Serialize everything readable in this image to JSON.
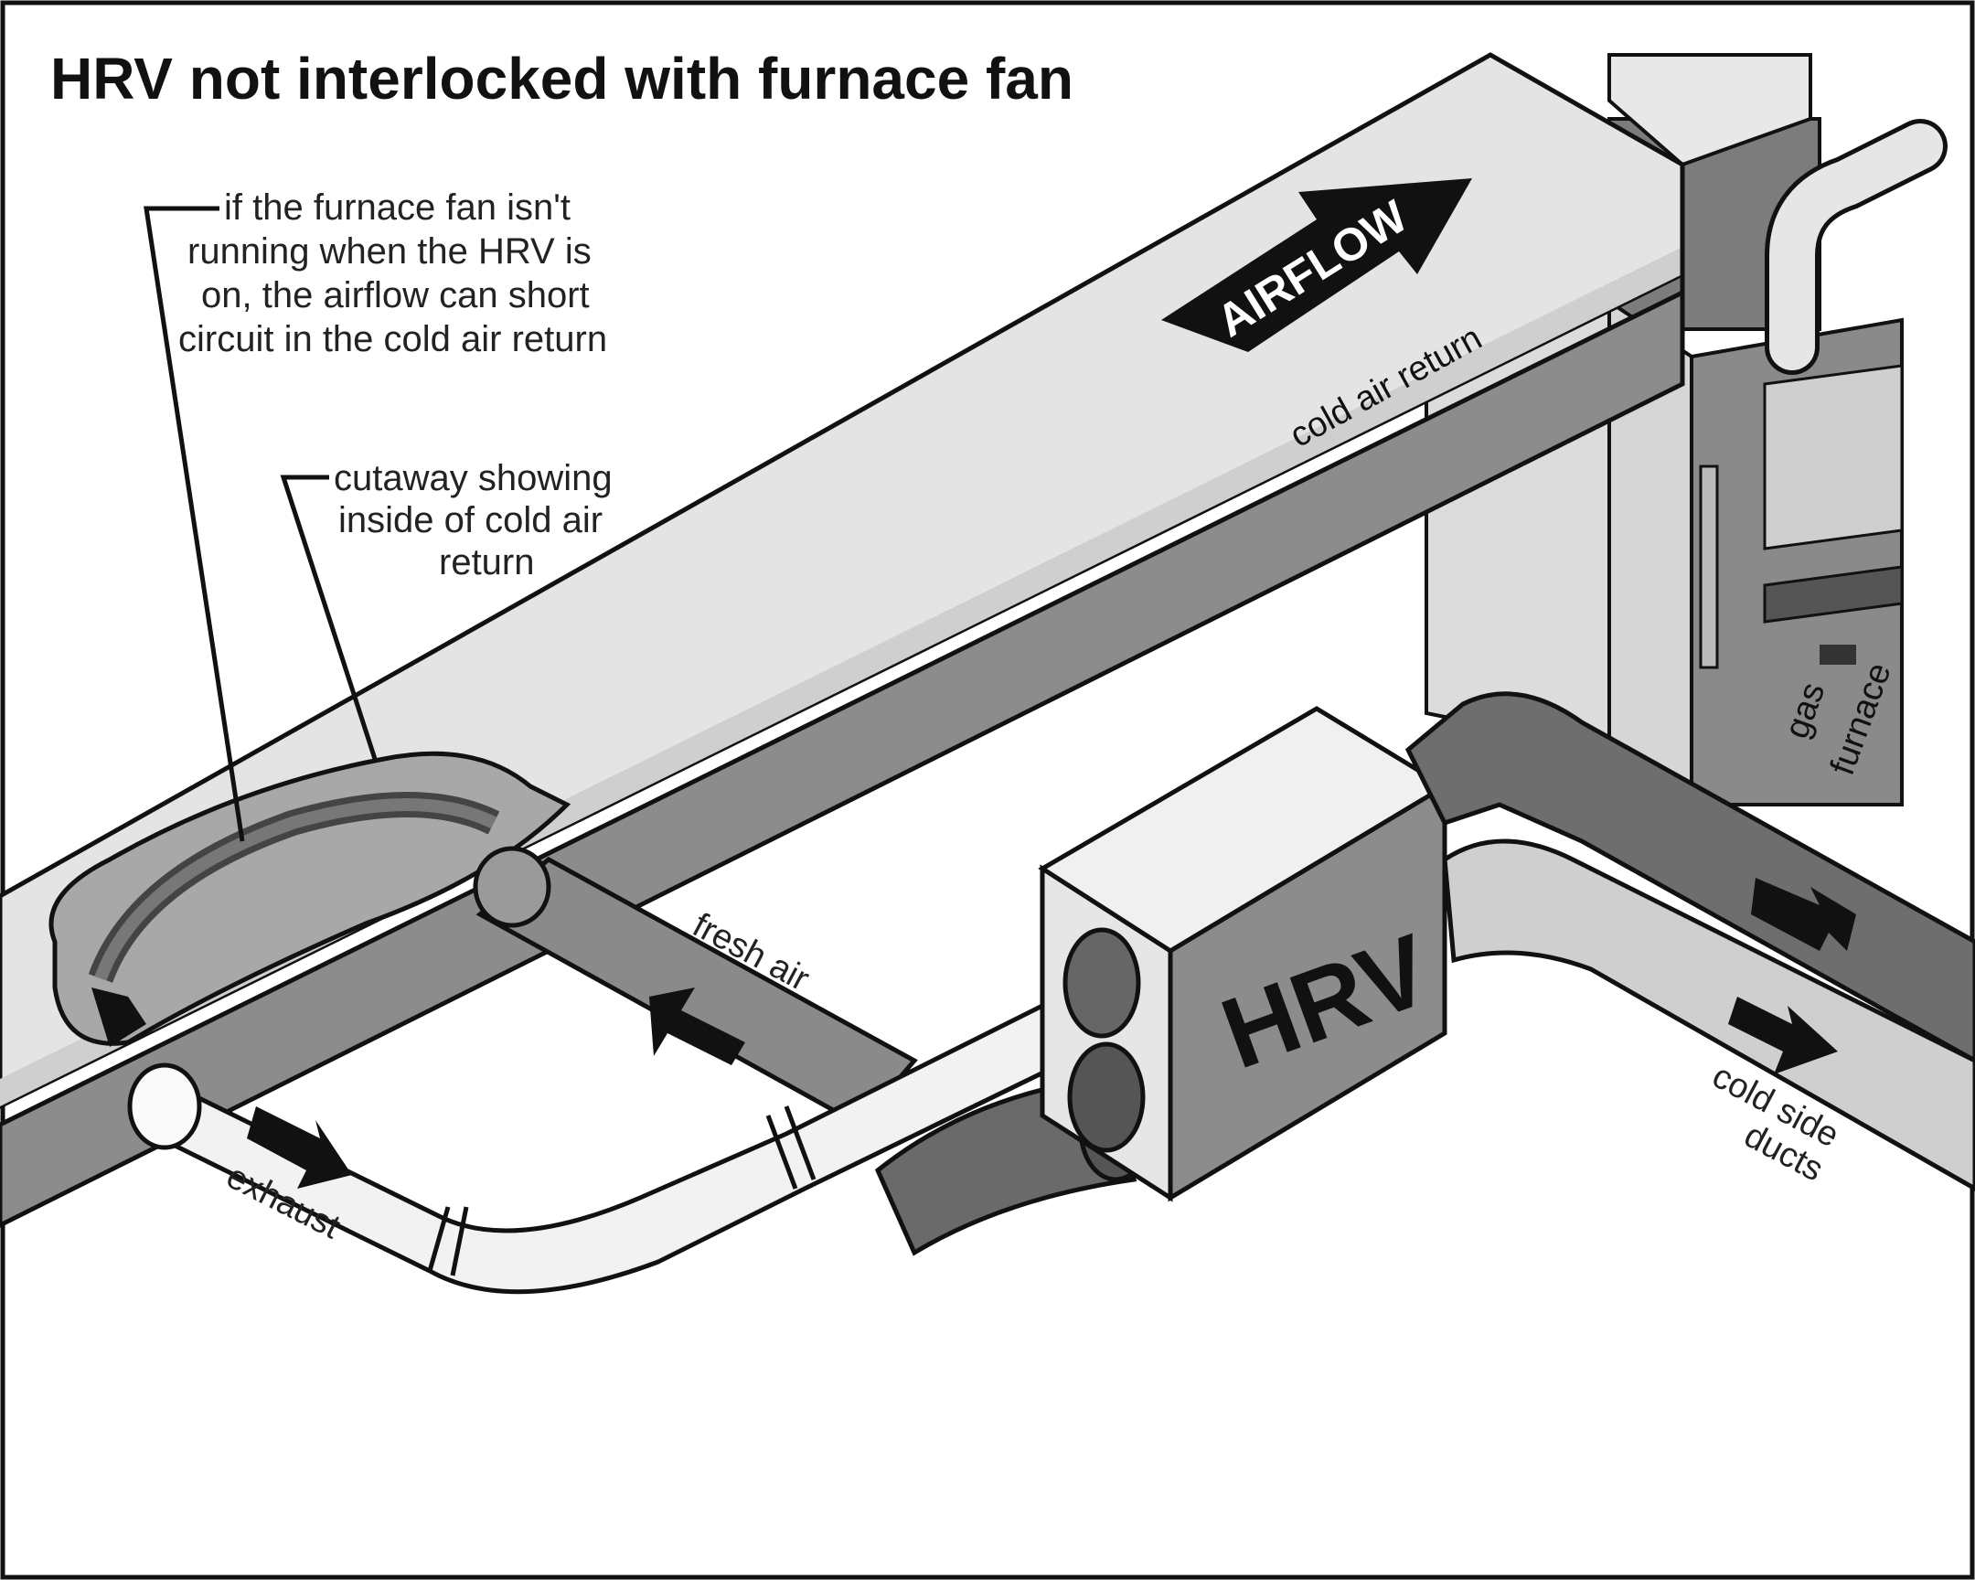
{
  "diagram": {
    "title": "HRV not interlocked with furnace fan",
    "note1": [
      "if the furnace fan isn't",
      "running when the HRV is",
      "on, the airflow can short",
      "circuit in the cold air return"
    ],
    "note2": [
      "cutaway showing",
      "inside of cold air",
      "return"
    ],
    "airflow_label": "AIRFLOW",
    "cold_air_return_label": "cold air return",
    "fresh_air_label": "fresh air",
    "exhaust_label": "exhaust",
    "hrv_label": "HRV",
    "furnace_label": [
      "gas",
      "furnace"
    ],
    "cold_side_label": [
      "cold side",
      "ducts"
    ],
    "colors": {
      "duct_top": "#e4e4e4",
      "duct_side": "#8c8c8c",
      "dark_duct": "#6e6e6e",
      "outline": "#111111"
    }
  }
}
